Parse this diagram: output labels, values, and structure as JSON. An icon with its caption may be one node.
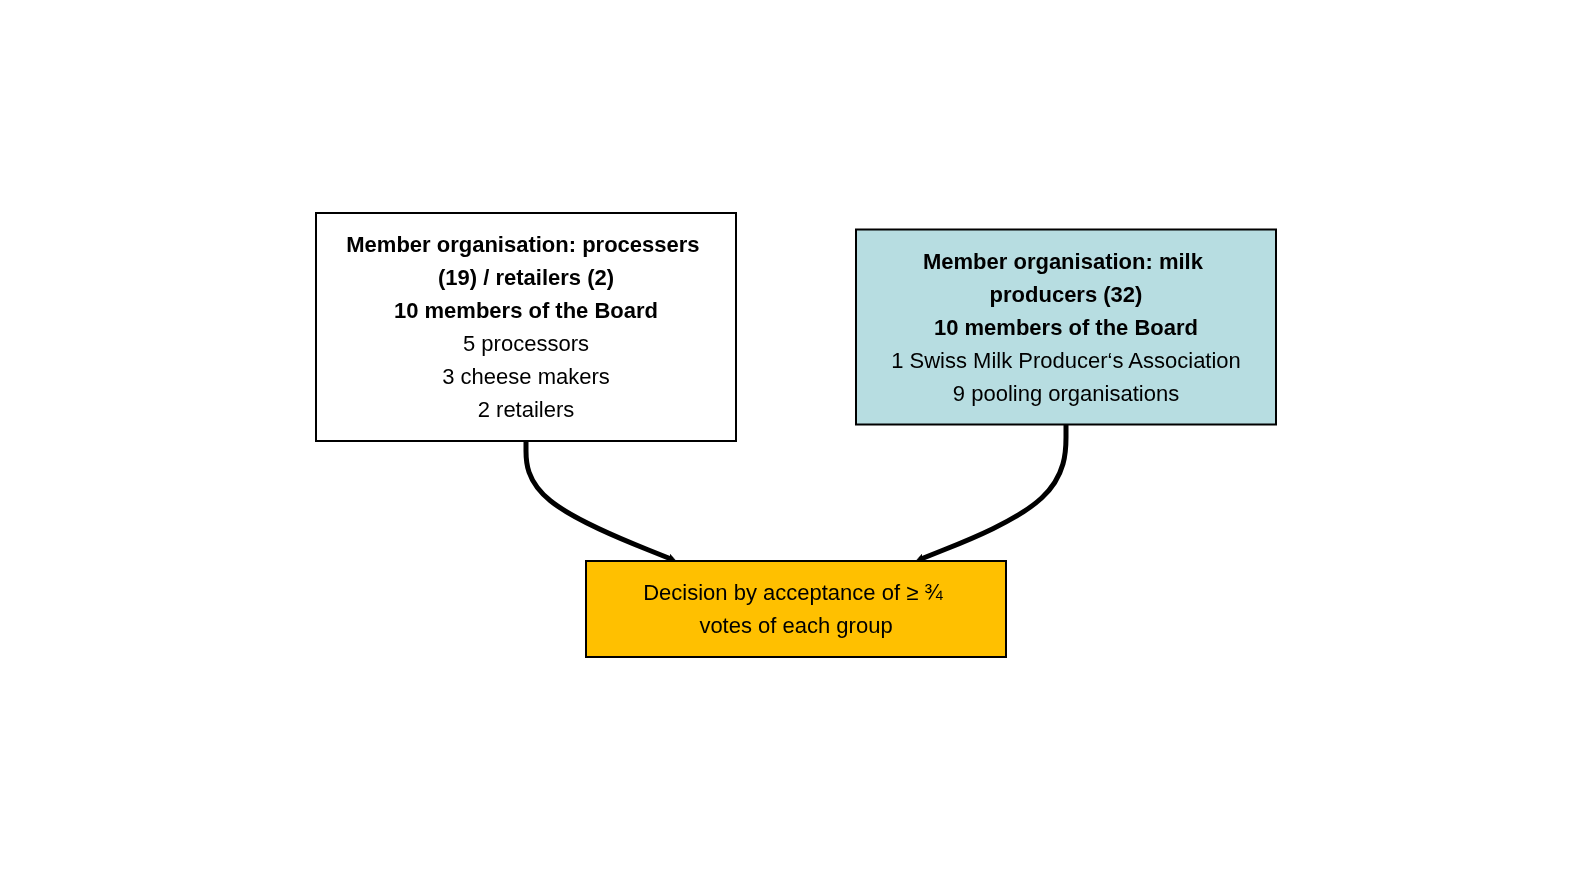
{
  "diagram": {
    "nodes": [
      {
        "text": [
          "Member organisation: processers (19) / retailers (2)",
          "10 members of the Board",
          "5 processors",
          "3 cheese makers",
          "2 retailers"
        ]
      },
      {
        "text": [
          "Member organisation: milk producers (32)",
          "10 members of the Board",
          "1 Swiss Milk Producer‘s Association",
          "9 pooling organisations"
        ]
      },
      {
        "text": [
          "Decision by acceptance of ≥ ¾ votes of each group"
        ]
      }
    ],
    "edges": [
      {
        "from": 0,
        "to": 2,
        "arrow": "to"
      },
      {
        "from": 1,
        "to": 2,
        "arrow": "to"
      }
    ]
  }
}
